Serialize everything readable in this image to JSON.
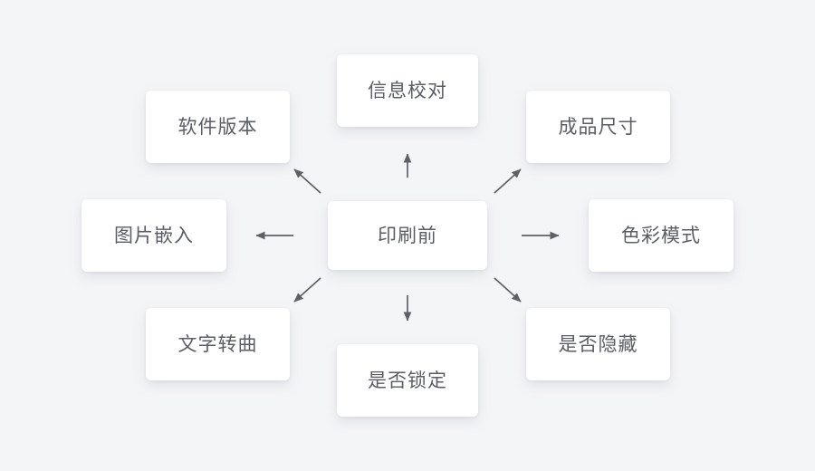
{
  "diagram": {
    "type": "radial-hub-and-spoke",
    "background_color": "#f4f5f7",
    "node_fill_color": "#ffffff",
    "text_color": "#5a5d66",
    "arrow_color": "#5f6066",
    "center": {
      "label": "印刷前",
      "name": "prepress"
    },
    "spokes": [
      {
        "name": "top",
        "label": "信息校对",
        "direction": "up"
      },
      {
        "name": "top-left",
        "label": "软件版本",
        "direction": "up-left"
      },
      {
        "name": "top-right",
        "label": "成品尺寸",
        "direction": "up-right"
      },
      {
        "name": "left",
        "label": "图片嵌入",
        "direction": "left"
      },
      {
        "name": "right",
        "label": "色彩模式",
        "direction": "right"
      },
      {
        "name": "bottom-left",
        "label": "文字转曲",
        "direction": "down-left"
      },
      {
        "name": "bottom",
        "label": "是否锁定",
        "direction": "down"
      },
      {
        "name": "bottom-right",
        "label": "是否隐藏",
        "direction": "down-right"
      }
    ]
  }
}
